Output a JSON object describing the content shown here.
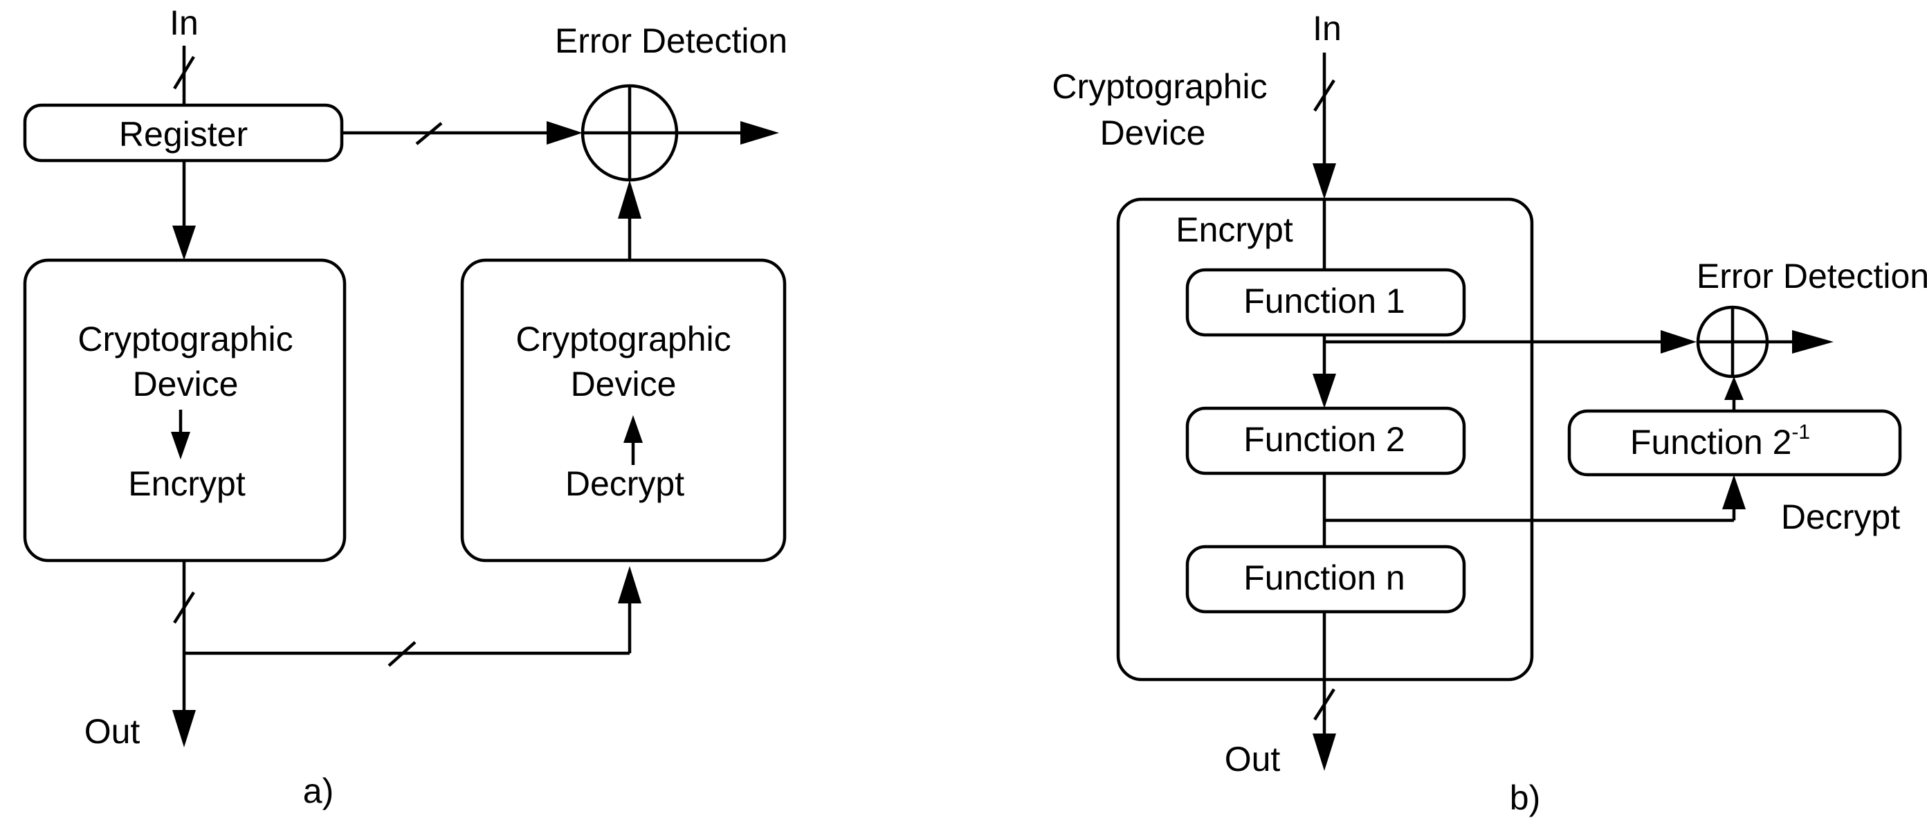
{
  "panel_a": {
    "input_label": "In",
    "output_label": "Out",
    "register_label": "Register",
    "error_detection_label": "Error Detection",
    "encrypt_device": {
      "line1": "Cryptographic",
      "line2": "Device",
      "line3": "Encrypt"
    },
    "decrypt_device": {
      "line1": "Cryptographic",
      "line2": "Device",
      "line3": "Decrypt"
    },
    "caption": "a)"
  },
  "panel_b": {
    "input_label": "In",
    "output_label": "Out",
    "device_label_line1": "Cryptographic",
    "device_label_line2": "Device",
    "encrypt_label": "Encrypt",
    "functions": [
      "Function 1",
      "Function 2",
      "Function n"
    ],
    "inverse_function_label": "Function 2",
    "inverse_function_exponent": "-1",
    "decrypt_label": "Decrypt",
    "error_detection_label": "Error Detection",
    "caption": "b)"
  }
}
